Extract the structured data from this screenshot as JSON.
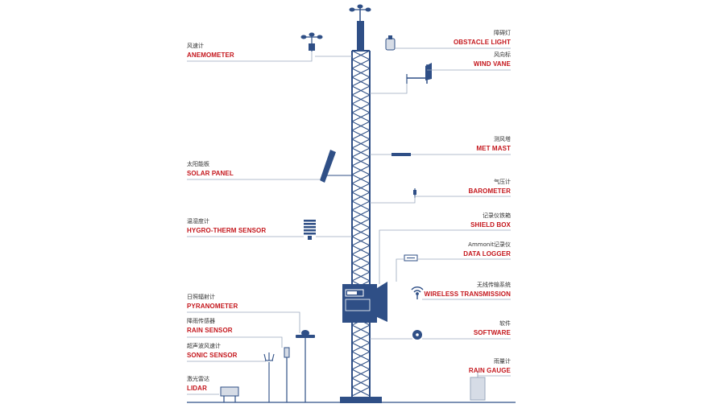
{
  "colors": {
    "structure": "#2f4f86",
    "leader": "#9aa9bd",
    "english_label": "#c4161c",
    "chinese_label": "#333333",
    "light_fill": "#d6dce6"
  },
  "left_labels": [
    {
      "id": "anemometer",
      "cn": "风速计",
      "en": "ANEMOMETER",
      "icon": "cup-anemometer-icon"
    },
    {
      "id": "solar-panel",
      "cn": "太阳能板",
      "en": "SOLAR PANEL",
      "icon": "solar-panel-icon"
    },
    {
      "id": "hygro-therm",
      "cn": "温湿度计",
      "en": "HYGRO-THERM SENSOR",
      "icon": "radiation-shield-icon"
    },
    {
      "id": "pyranometer",
      "cn": "日照辐射计",
      "en": "PYRANOMETER",
      "icon": "pyranometer-icon"
    },
    {
      "id": "rain-sensor",
      "cn": "降雨传感器",
      "en": "RAIN SENSOR",
      "icon": "rain-sensor-icon"
    },
    {
      "id": "sonic-sensor",
      "cn": "超声波风速计",
      "en": "SONIC SENSOR",
      "icon": "sonic-anemometer-icon"
    },
    {
      "id": "lidar",
      "cn": "激光雷达",
      "en": "LIDAR",
      "icon": "lidar-icon"
    }
  ],
  "right_labels": [
    {
      "id": "obstacle-light",
      "cn": "障碍灯",
      "en": "OBSTACLE LIGHT",
      "icon": "obstacle-light-icon"
    },
    {
      "id": "wind-vane",
      "cn": "风向标",
      "en": "WIND VANE",
      "icon": "wind-vane-icon"
    },
    {
      "id": "met-mast",
      "cn": "测风塔",
      "en": "MET MAST",
      "icon": "boom-arm-icon"
    },
    {
      "id": "barometer",
      "cn": "气压计",
      "en": "BAROMETER",
      "icon": "barometer-icon"
    },
    {
      "id": "shield-box",
      "cn": "记录仪铁箱",
      "en": "SHIELD BOX",
      "icon": "shield-box-icon"
    },
    {
      "id": "data-logger",
      "cn": "Ammonit记录仪",
      "en": "DATA LOGGER",
      "icon": "data-logger-icon"
    },
    {
      "id": "wireless",
      "cn": "无线传输系统",
      "en": "WIRELESS TRANSMISSION",
      "icon": "wireless-signal-icon"
    },
    {
      "id": "software",
      "cn": "软件",
      "en": "SOFTWARE",
      "icon": "software-disc-icon"
    },
    {
      "id": "rain-gauge",
      "cn": "雨量计",
      "en": "RAIN GAUGE",
      "icon": "rain-gauge-icon"
    }
  ]
}
